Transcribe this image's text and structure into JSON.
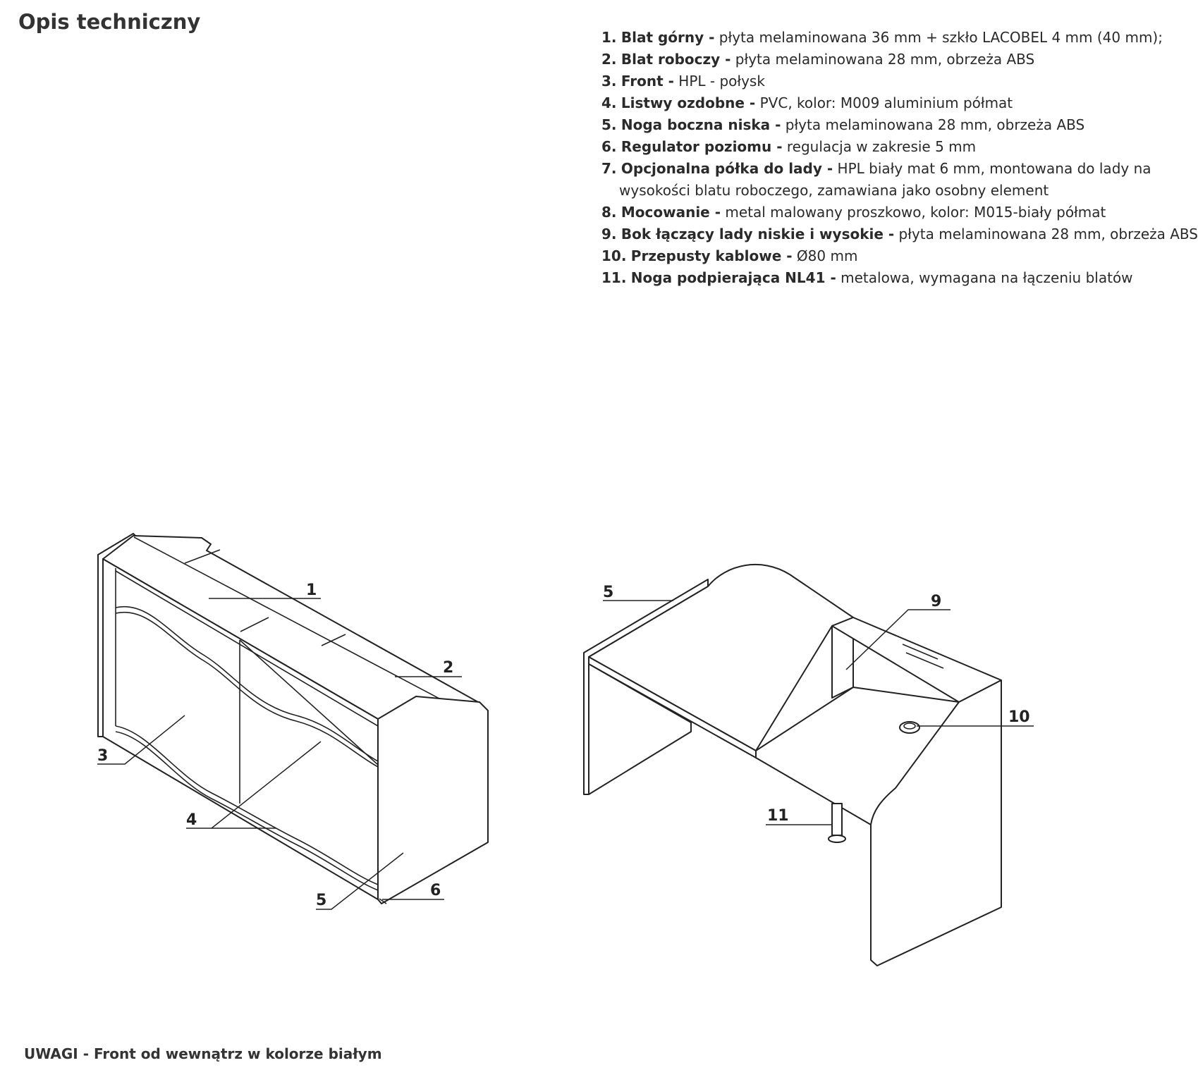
{
  "title": "Opis techniczny",
  "specs": [
    {
      "num": "1.",
      "name": "Blat górny -",
      "desc": " płyta melaminowana 36 mm + szkło LACOBEL 4 mm (40 mm);"
    },
    {
      "num": "2.",
      "name": "Blat roboczy -",
      "desc": " płyta melaminowana 28 mm, obrzeża ABS"
    },
    {
      "num": "3.",
      "name": "Front -",
      "desc": " HPL - połysk"
    },
    {
      "num": "4.",
      "name": "Listwy ozdobne -",
      "desc": " PVC, kolor: M009 aluminium półmat"
    },
    {
      "num": "5.",
      "name": "Noga boczna niska -",
      "desc": " płyta melaminowana 28 mm, obrzeża ABS"
    },
    {
      "num": "6.",
      "name": "Regulator poziomu -",
      "desc": " regulacja w zakresie 5 mm"
    },
    {
      "num": "7.",
      "name": "Opcjonalna półka do lady -",
      "desc": " HPL biały mat 6 mm, montowana do lady na",
      "cont": "wysokości blatu roboczego, zamawiana jako osobny element"
    },
    {
      "num": "8.",
      "name": "Mocowanie -",
      "desc": " metal malowany proszkowo, kolor: M015-biały półmat"
    },
    {
      "num": "9.",
      "name": "Bok łączący lady niskie i wysokie -",
      "desc": " płyta melaminowana 28 mm, obrzeża ABS"
    },
    {
      "num": "10.",
      "name": "Przepusty kablowe -",
      "desc": " Ø80 mm"
    },
    {
      "num": "11.",
      "name": "Noga podpierająca NL41 -",
      "desc": " metalowa, wymagana na łączeniu blatów"
    }
  ],
  "notes": "UWAGI - Front od wewnątrz w kolorze białym",
  "callouts_front": [
    "1",
    "2",
    "3",
    "4",
    "5",
    "6"
  ],
  "callouts_back": [
    "5",
    "9",
    "10",
    "11"
  ]
}
